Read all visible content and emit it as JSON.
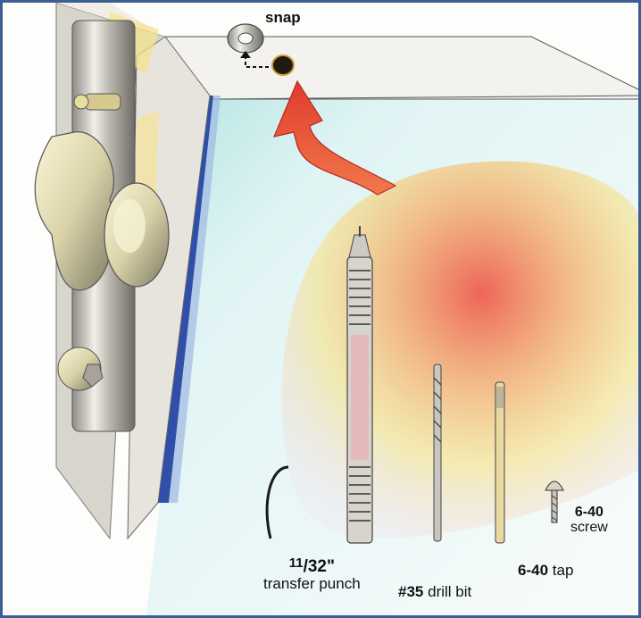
{
  "labels": {
    "snap": "snap",
    "punch_size_numerator": "11",
    "punch_size_denominator": "/32\"",
    "punch_name": "transfer punch",
    "drill_size": "#35",
    "drill_name": "drill bit",
    "tap_size": "6-40",
    "tap_name": "tap",
    "screw_size": "6-40",
    "screw_name": "screw"
  },
  "colors": {
    "frame_border": "#3a5f93",
    "glass_tint": "#bfe3ea",
    "blue_edge": "#2f4fa8",
    "arrow_red": "#e8553e",
    "glow_yellow": "#f8e07a",
    "glow_pink": "#f3b8c8",
    "metal": "#c8c6bf"
  }
}
